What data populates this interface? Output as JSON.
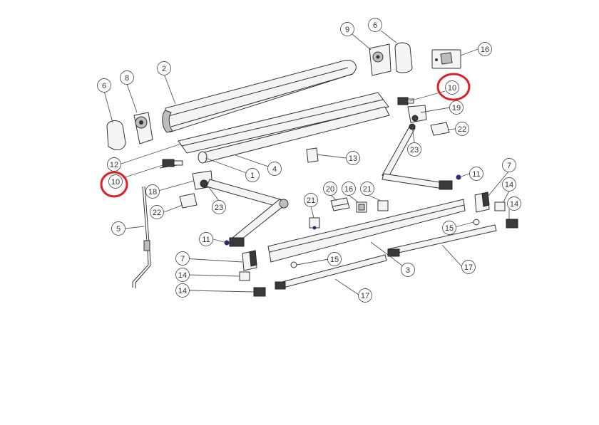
{
  "colors": {
    "highlight": "#dd1f26",
    "line": "#333333",
    "dot": "#2a2a7a"
  },
  "callouts": [
    {
      "label": "1",
      "parts": "roller"
    },
    {
      "label": "2",
      "parts": "cassette"
    },
    {
      "label": "3",
      "parts": "front-bar"
    },
    {
      "label": "4",
      "parts": "fabric"
    },
    {
      "label": "5",
      "parts": "crank-handle"
    },
    {
      "label": "6",
      "parts": "end-cap-left"
    },
    {
      "label": "6",
      "parts": "end-cap-right"
    },
    {
      "label": "7",
      "parts": "front-cap-left"
    },
    {
      "label": "7",
      "parts": "front-cap-right"
    },
    {
      "label": "8",
      "parts": "gearbox"
    },
    {
      "label": "9",
      "parts": "bearing-block"
    },
    {
      "label": "10",
      "parts": "arm-bracket-left",
      "highlighted": true
    },
    {
      "label": "10",
      "parts": "arm-bracket-right",
      "highlighted": true
    },
    {
      "label": "11",
      "parts": "arm-pin-left"
    },
    {
      "label": "11",
      "parts": "arm-pin-right"
    },
    {
      "label": "12",
      "parts": "seal-strip"
    },
    {
      "label": "13",
      "parts": "label-plate"
    },
    {
      "label": "14",
      "parts": "foot-1"
    },
    {
      "label": "14",
      "parts": "foot-2"
    },
    {
      "label": "14",
      "parts": "foot-3"
    },
    {
      "label": "14",
      "parts": "foot-4"
    },
    {
      "label": "15",
      "parts": "screw-left"
    },
    {
      "label": "15",
      "parts": "screw-right"
    },
    {
      "label": "16",
      "parts": "clip-top"
    },
    {
      "label": "16",
      "parts": "clip-mid"
    },
    {
      "label": "17",
      "parts": "tension-bar-left"
    },
    {
      "label": "17",
      "parts": "tension-bar-right"
    },
    {
      "label": "18",
      "parts": "hinge-left"
    },
    {
      "label": "19",
      "parts": "hinge-right"
    },
    {
      "label": "20",
      "parts": "clip-20"
    },
    {
      "label": "21",
      "parts": "clip-21-a"
    },
    {
      "label": "21",
      "parts": "clip-21-b"
    },
    {
      "label": "22",
      "parts": "cover-left"
    },
    {
      "label": "22",
      "parts": "cover-right"
    },
    {
      "label": "23",
      "parts": "elbow-left"
    },
    {
      "label": "23",
      "parts": "elbow-right"
    }
  ]
}
